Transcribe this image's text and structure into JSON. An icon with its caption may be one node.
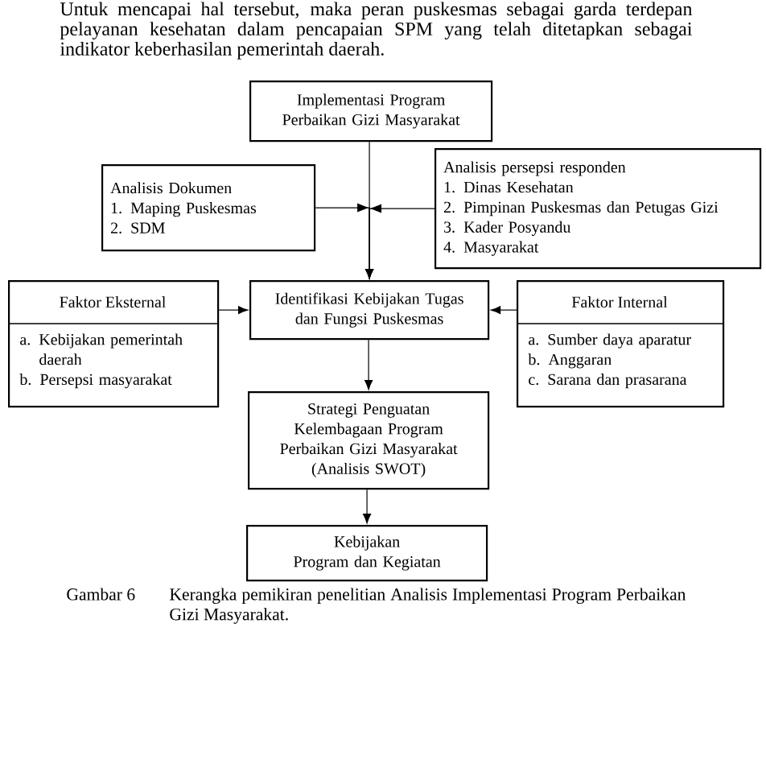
{
  "diagram": {
    "caption": "Kerangka pemikiran penelitian Analisis Implementasi Program Perbaikan Gizi Masyarakat.",
    "nodes": [
      {
        "text": [
          "Implementasi Program Perbaikan Gizi Masyarakat"
        ]
      },
      {
        "text": [
          "Analisis Dokumen",
          "1. Maping Puskesmas",
          "2. SDM"
        ]
      },
      {
        "text": [
          "Analisis persepsi responden",
          "1. Dinas Kesehatan",
          "2. Pimpinan Puskesmas dan Petugas Gizi",
          "3. Kader Posyandu",
          "4. Masyarakat"
        ]
      },
      {
        "text": [
          "Faktor Eksternal",
          "a. Kebijakan pemerintah daerah",
          "b. Persepsi masyarakat"
        ]
      },
      {
        "text": [
          "Identifikasi Kebijakan Tugas dan Fungsi Puskesmas"
        ]
      },
      {
        "text": [
          "Faktor Internal",
          "a. Sumber daya aparatur",
          "b. Anggaran",
          "c. Sarana dan prasarana"
        ]
      },
      {
        "text": [
          "Strategi Penguatan Kelembagaan Program Perbaikan Gizi Masyarakat",
          "(Analisis SWOT)"
        ]
      },
      {
        "text": [
          "Kebijakan",
          "Program dan Kegiatan"
        ]
      }
    ],
    "edges": [
      {
        "from": 0,
        "to": 4,
        "arrow": "to"
      },
      {
        "from": 1,
        "to": 4,
        "arrow": "to"
      },
      {
        "from": 2,
        "to": 4,
        "arrow": "to"
      },
      {
        "from": 3,
        "to": 4,
        "arrow": "to"
      },
      {
        "from": 5,
        "to": 4,
        "arrow": "to"
      },
      {
        "from": 4,
        "to": 6,
        "arrow": "to"
      },
      {
        "from": 6,
        "to": 7,
        "arrow": "to"
      }
    ],
    "labels": [
      "Untuk mencapai hal tersebut, maka peran puskesmas sebagai garda terdepan pelayanan kesehatan dalam pencapaian SPM yang telah ditetapkan sebagai indikator keberhasilan pemerintah daerah.",
      "Gambar 6"
    ]
  }
}
